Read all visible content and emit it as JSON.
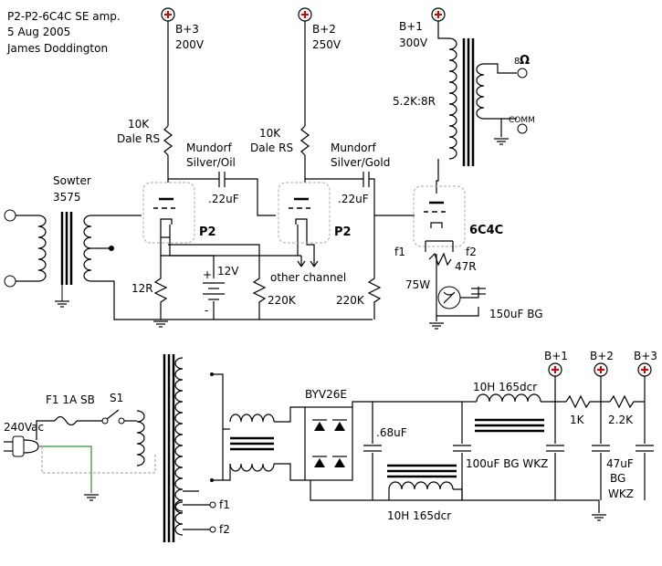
{
  "title": {
    "line1": "P2-P2-6C4C SE amp.",
    "line2": "5 Aug 2005",
    "line3": "James Doddington"
  },
  "supply_terminals": {
    "b3_name": "B+3",
    "b3_voltage": "200V",
    "b2_name": "B+2",
    "b2_voltage": "250V",
    "b1_name": "B+1",
    "b1_voltage": "300V"
  },
  "amp": {
    "input_transformer_name": "Sowter",
    "input_transformer_model": "3575",
    "stage1_tube": "P2",
    "stage2_tube": "P2",
    "output_tube": "6C4C",
    "plate_res1_value": "10K",
    "plate_res1_type": "Dale RS",
    "plate_res2_value": "10K",
    "plate_res2_type": "Dale RS",
    "coupling_cap1_brand": "Mundorf",
    "coupling_cap1_type": "Silver/Oil",
    "coupling_cap1_value": ".22uF",
    "coupling_cap2_brand": "Mundorf",
    "coupling_cap2_type": "Silver/Gold",
    "coupling_cap2_value": ".22uF",
    "cathode_res": "12R",
    "battery_voltage": "12V",
    "grid_res1": "220K",
    "grid_res2": "220K",
    "other_channel": "other channel",
    "hum_pot": "47R",
    "bulb": "75W",
    "bypass_cap": "150uF BG",
    "filament1": "f1",
    "filament2": "f2",
    "output_transformer": "5.2K:8R",
    "speaker_tap": "8",
    "ohm_symbol": "Ω",
    "common_tap": "COMM",
    "battery_plus": "+",
    "battery_minus": "-"
  },
  "psu": {
    "mains": "240Vac",
    "fuse": "F1 1A SB",
    "switch": "S1",
    "rectifier": "BYV26E",
    "cap1": ".68uF",
    "choke1": "10H 165dcr",
    "choke2": "10H 165dcr",
    "cap2": "100uF BG WKZ",
    "res1": "1K",
    "res2": "2.2K",
    "cap3_value": "47uF",
    "cap3_line2": "BG",
    "cap3_line3": "WKZ",
    "out_b1": "B+1",
    "out_b2": "B+2",
    "out_b3": "B+3",
    "filament1": "f1",
    "filament2": "f2"
  }
}
